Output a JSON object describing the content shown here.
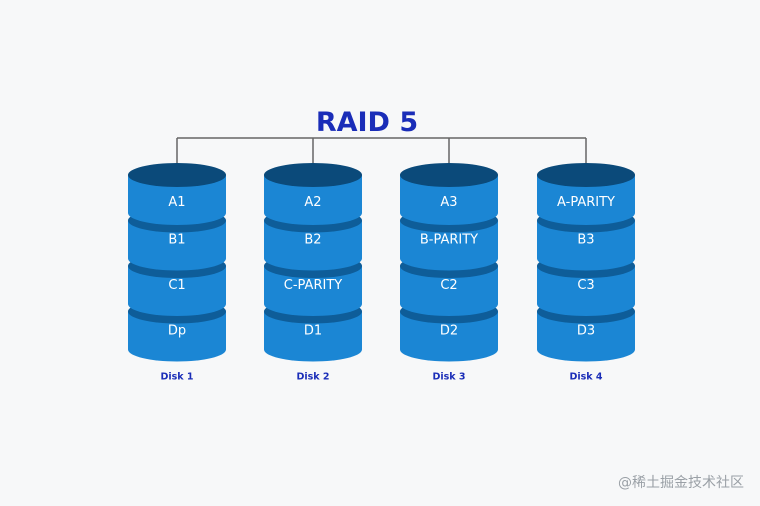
{
  "title": "RAID 5",
  "colors": {
    "title": "#1a2db8",
    "disk_body": "#1b86d4",
    "disk_dark": "#0b4a7a",
    "disk_rim": "#0e5d99",
    "connector": "#666666"
  },
  "disks": [
    {
      "label": "Disk 1",
      "segments": [
        "A1",
        "B1",
        "C1",
        "Dp"
      ]
    },
    {
      "label": "Disk 2",
      "segments": [
        "A2",
        "B2",
        "C-PARITY",
        "D1"
      ]
    },
    {
      "label": "Disk 3",
      "segments": [
        "A3",
        "B-PARITY",
        "C2",
        "D2"
      ]
    },
    {
      "label": "Disk 4",
      "segments": [
        "A-PARITY",
        "B3",
        "C3",
        "D3"
      ]
    }
  ],
  "watermark": "@稀土掘金技术社区"
}
